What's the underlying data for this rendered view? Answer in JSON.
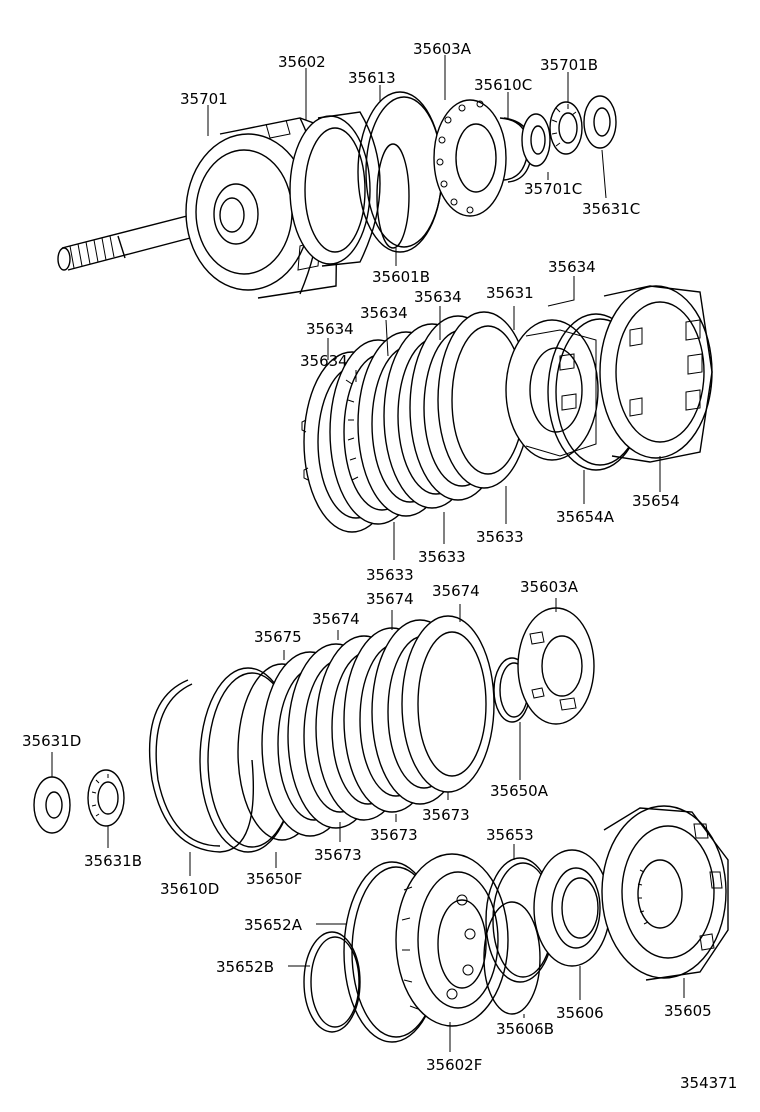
{
  "labels": {
    "p35701": "35701",
    "p35602": "35602",
    "p35613": "35613",
    "p35603A_top": "35603A",
    "p35610C": "35610C",
    "p35701B": "35701B",
    "p35701C": "35701C",
    "p35631C": "35631C",
    "p35601B": "35601B",
    "p35634_a": "35634",
    "p35634_b": "35634",
    "p35634_c": "35634",
    "p35634_d": "35634",
    "p35634_e": "35634",
    "p35631": "35631",
    "p35633_a": "35633",
    "p35633_b": "35633",
    "p35633_c": "35633",
    "p35654A": "35654A",
    "p35654": "35654",
    "p35675": "35675",
    "p35674_a": "35674",
    "p35674_b": "35674",
    "p35674_c": "35674",
    "p35603A_mid": "35603A",
    "p35631D": "35631D",
    "p35631B": "35631B",
    "p35610D": "35610D",
    "p35650F": "35650F",
    "p35673_a": "35673",
    "p35673_b": "35673",
    "p35673_c": "35673",
    "p35650A": "35650A",
    "p35653": "35653",
    "p35652A": "35652A",
    "p35652B": "35652B",
    "p35606": "35606",
    "p35605": "35605",
    "p35606B": "35606B",
    "p35602F": "35602F"
  },
  "reference_number": "354371"
}
